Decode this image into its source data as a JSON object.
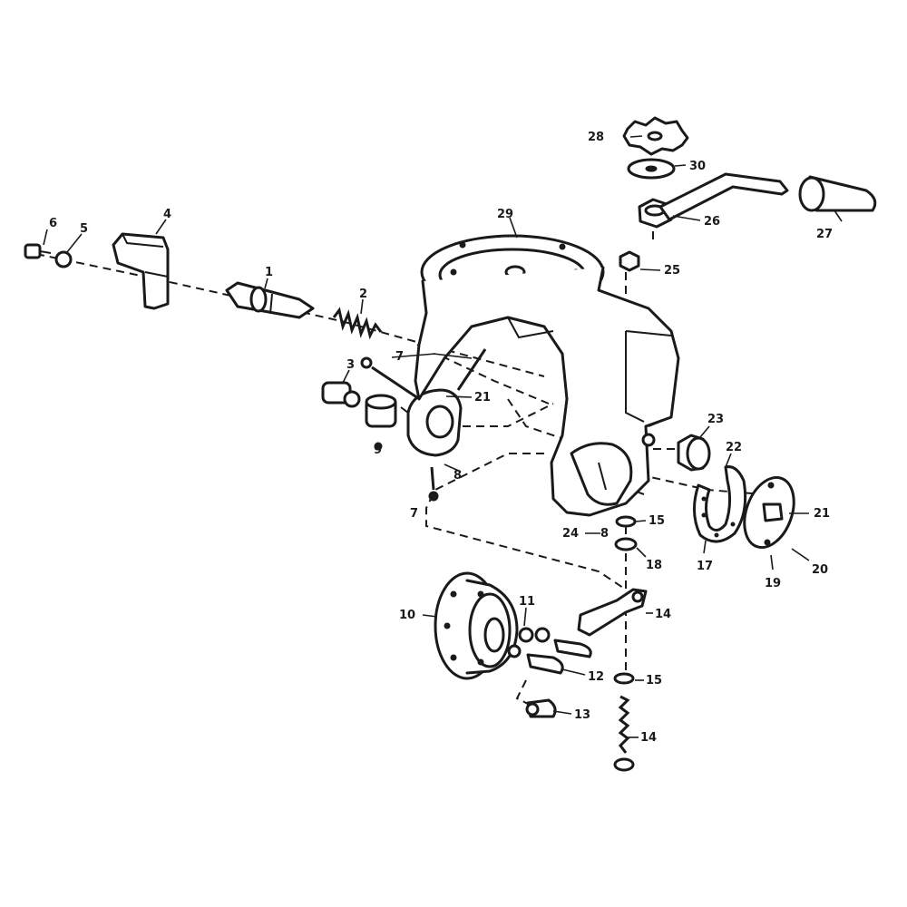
{
  "diagram": {
    "parts": [
      {
        "id": "1",
        "text": "1"
      },
      {
        "id": "2",
        "text": "2"
      },
      {
        "id": "3",
        "text": "3"
      },
      {
        "id": "4",
        "text": "4"
      },
      {
        "id": "5",
        "text": "5"
      },
      {
        "id": "6",
        "text": "6"
      },
      {
        "id": "7a",
        "text": "7"
      },
      {
        "id": "7b",
        "text": "7"
      },
      {
        "id": "8a",
        "text": "8"
      },
      {
        "id": "8b",
        "text": "8"
      },
      {
        "id": "9",
        "text": "9"
      },
      {
        "id": "10",
        "text": "10"
      },
      {
        "id": "11",
        "text": "11"
      },
      {
        "id": "12",
        "text": "12"
      },
      {
        "id": "13",
        "text": "13"
      },
      {
        "id": "14a",
        "text": "14"
      },
      {
        "id": "14b",
        "text": "14"
      },
      {
        "id": "15a",
        "text": "15"
      },
      {
        "id": "15b",
        "text": "15"
      },
      {
        "id": "17",
        "text": "17"
      },
      {
        "id": "18",
        "text": "18"
      },
      {
        "id": "19",
        "text": "19"
      },
      {
        "id": "20",
        "text": "20"
      },
      {
        "id": "21a",
        "text": "21"
      },
      {
        "id": "21b",
        "text": "21"
      },
      {
        "id": "22",
        "text": "22"
      },
      {
        "id": "23",
        "text": "23"
      },
      {
        "id": "24",
        "text": "24"
      },
      {
        "id": "25",
        "text": "25"
      },
      {
        "id": "26",
        "text": "26"
      },
      {
        "id": "27",
        "text": "27"
      },
      {
        "id": "28",
        "text": "28"
      },
      {
        "id": "29",
        "text": "29"
      },
      {
        "id": "30",
        "text": "30"
      }
    ]
  }
}
